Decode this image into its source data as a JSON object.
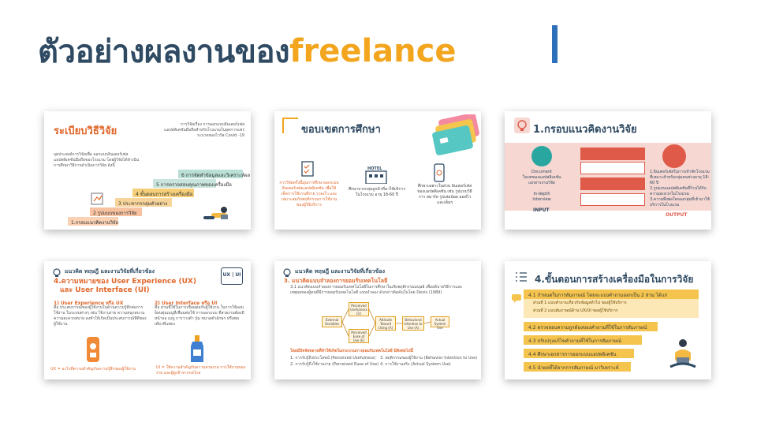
{
  "header": {
    "title_thai": "ตัวอย่างผลงานของ",
    "title_accent": "freelance"
  },
  "cards": {
    "c1": {
      "title": "ระเบียบวิธีวิจัย",
      "desc": "การวิจัยเรื่อง การออกแบบอินเตอร์เฟสแอปพลิเคชันมือถือสำหรับโรงแรมในยุคการแพร่ระบาดของไวรัส Covid -19",
      "left_text": "จุดประสงค์การวิจัยเพื่อ ออกแบบอินเตอร์เฟสแอปพลิเคชันมือถือของโรงแรม โดยผู้วิจัยได้ดำเนินการศึกษาวิธีการดำเนินการวิจัย ดังนี้",
      "steps": [
        "1.กรอบแนวคิดงานวิจัย",
        "2 รูปแบบของการวิจัย",
        "3 ประชากรกลุ่มตัวอย่าง",
        "4 ขั้นตอนการสร้างเครื่องมือ",
        "5 การตรวจสอบคุณภาพของเครื่องมือ",
        "6 การจัดทำข้อมูลและวิเคราะห์ผล"
      ]
    },
    "c2": {
      "title": "ขอบเขตการศึกษา",
      "cols": [
        "การวิจัยครั้งนี้มุ่นการศึกษาออกแบบ อินเตอร์เฟสแอปพลิเคชัน เพื่อใช้เช็คการใช้งานที่ง่าย รวดเร็ว และเหมาะสมกับพฤติกรรมการใช้งานของผู้ใช้บริการ",
        "ศึกษาจากกลุ่มลูกค้าที่มาใช้บริการในโรงแรม อายุ 18-60 ปี",
        "ศึกษาเฉพาะในส่วน อินเตอร์เฟสของแอปพลิเคชัน เช่น รูปแบบวิธีการ สมาร์ท รูปเล่มน้อย ออฟไว และเต็มๆ"
      ],
      "hotel_label": "HOTEL"
    },
    "c3": {
      "title": "1.กรอบแนวคิดงานวิจัย",
      "left_block": "Document\nในบทของแอปพลิเคชัน\nเอกสารงานวิจัย\n\nIn-depth\nInterview",
      "input_label": "INPUT",
      "output_label": "OUTPUT",
      "right_block": "1.อินเตอร์เฟสในการเข้าพักโรงแรมที่เหมาะสำหรับกลุ่มคนช่วงอายุ 18-60 ปี\n2.รูปแบบแอปพลิเคชันที่ร้านได้รับความสะดวกในโรงแรม\n3.ความพึงพอใจของกลุ่มที่เข้ามาใช้บริการในโรงแรม"
    },
    "c4": {
      "head": "แนวคิด ทฤษฎี และงานวิจัยที่เกี่ยวข้อง",
      "title1": "4.ความหมายของ User Experience (UX)",
      "title2": "และ User Interface (UI)",
      "sub1": "1) User Experience หรือ UX",
      "sub2": "2) User Interface หรือ UI",
      "body1": "คือ ประสบการณ์ของผู้ใช้งานในด้านความรู้สึกต่อการใช้งาน ในระบบต่างๆ เช่น ใช้งานง่าย ความสนุกสนาน ความสะดวกสบาย ลงทำให้เกิดเป็นประสบการณ์ที่ดีของผู้ใช้งาน",
      "body2": "คือ ส่วนที่ใช้ในการเชื่อมต่อกับผู้ใช้งาน ในการใช้ออบจ็อบตุ่มเมนูที่เชื่อมต่อใช้ การออกแบบ ที่สวยงามต้องมี หน้าจอ เมนู การวางตำ ปุ่ม ขนาดตัวอักษร หรือพบเดียวที่แสดง",
      "foot1": "UX = อะไรที่ความสำคัญกับความรู้สึกของผู้ใช้งาน",
      "foot2": "UI = ให้ความสำคัญกับความสวยงาม การใช้งานของง่าย และผู้ดูเข้าจากกลไกล",
      "badge": "UX | UI"
    },
    "c5": {
      "head": "แนวคิด ทฤษฎี และงานวิจัยที่เกี่ยวข้อง",
      "title": "3. แนวคิดแบบจำลองการยอมรับเทคโนโลยี",
      "body": "3.1 แนวคิดแบบจำลองการยอมรับเทคโนโลยีในการศึกษาในเชิงพฤติกรรมมนุษย์ เพื่ออธิบายวิธีการและเหตุผลของผู้คนที่มีการยอมรับเทคโนโลยี แบบจำลอง ดังกล่าวคิดค้นในโดย Devis (1989)",
      "boxes": [
        "External Variables",
        "Perceived Usefulness (U)",
        "Perceived Ease of Use (E)",
        "Attitude Toward Using (A)",
        "Behavioral Intention to Use (A)",
        "Actual System Use"
      ],
      "factors_title": "โดยมีปัจจัยหลายที่ทำให้เกิดในกระบวนการยอมรับเทคโนโลยี มีดังต่อไปนี้",
      "factors": [
        "1. การรับรู้ถึงประโยชน์ (Perceived Usefulness)",
        "2. การรับรู้ถึงใช้งานง่าย (Perceived Ease of Use)",
        "3. พฤติกรรมของผู้ใช้งาน (Behavior Intention to Use)",
        "4. การใช้งานจริง (Actual System Use)"
      ]
    },
    "c6": {
      "title": "4.ขั้นตอนการสร้างเครื่องมือในการวิจัย",
      "items": [
        "4.1 กำหนดในการสัมภาษณ์ โดยจะแบ่งคำถามออกเป็น 2 ส่วน ได้แก่",
        "ส่วนที่ 1 แบบคำถามเกี่ยวกับข้อมูลทั่วไป ของผู้ใช้บริการ",
        "ส่วนที่ 2 แบบสัมภาษณ์ด้าน UX/UI ของผู้ใช้บริการ",
        "4.2 ตรวจสอบความถูกต้องของคำถามที่ใช้ในการสัมภาษณ์",
        "4.3 ปรับปรุงแก้ไขคำถามที่ใช้ในการสัมภาษณ์",
        "4.4 ศึกษาเอกสารการออกแบบแอปพลิเคชัน",
        "4.5 นำผลที่ได้จากการสัมภาษณ์ มาวิเคราะห์"
      ]
    }
  },
  "colors": {
    "title": "#2f4a63",
    "accent": "#f2a51d",
    "cursor": "#2d6fb8",
    "orange": "#e0672a"
  }
}
